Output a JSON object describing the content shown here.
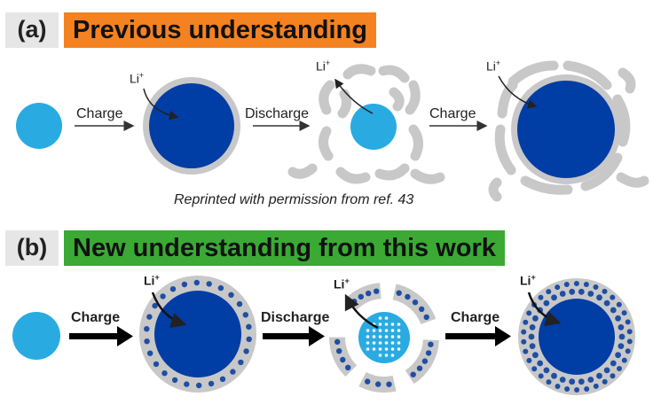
{
  "panel_a": {
    "label": "(a)",
    "title": "Previous understanding",
    "title_bg": "#f58220",
    "steps": [
      "Charge",
      "Discharge",
      "Charge"
    ],
    "ion": "Li",
    "ion_charge": "+",
    "caption": "Reprinted with permission from ref. 43"
  },
  "panel_b": {
    "label": "(b)",
    "title": "New understanding from this work",
    "title_bg": "#3aaa35",
    "steps": [
      "Charge",
      "Discharge",
      "Charge"
    ],
    "ion": "Li",
    "ion_charge": "+"
  },
  "colors": {
    "particle_light": "#29abe2",
    "particle_dark": "#003da5",
    "shell": "#c8c8c8",
    "dot": "#1f4ea3"
  }
}
